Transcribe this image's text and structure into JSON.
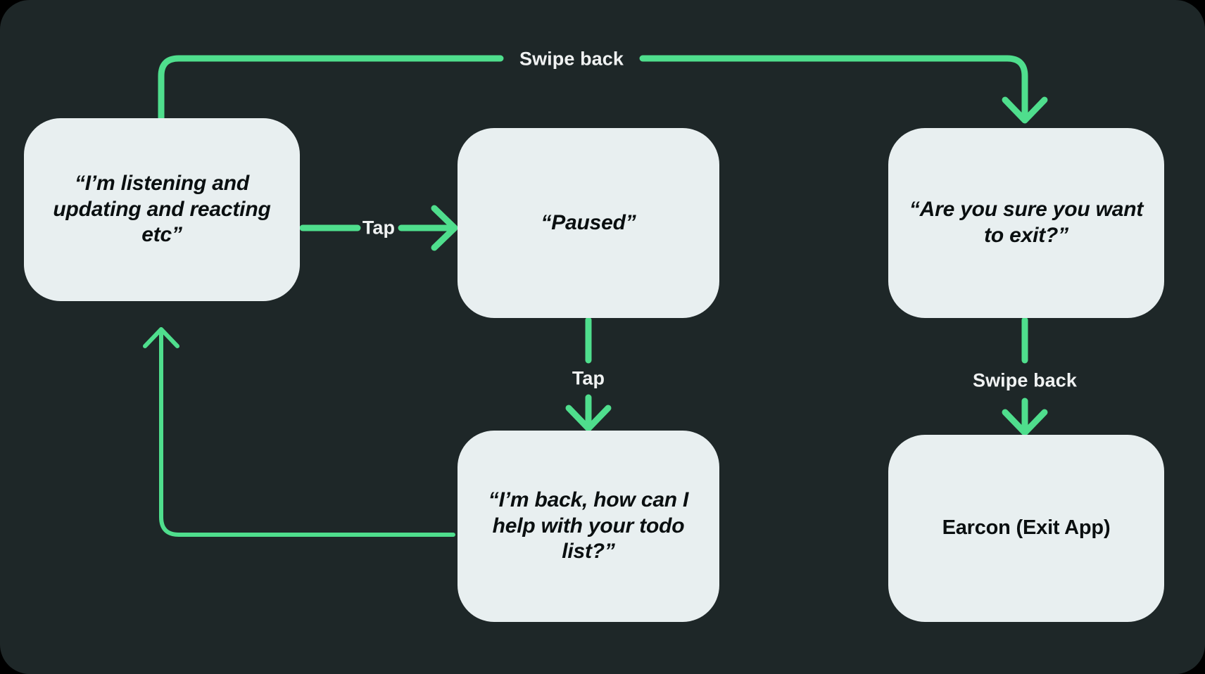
{
  "theme": {
    "panel_bg": "#1e2728",
    "page_bg": "#000000",
    "node_fill": "#e8eff0",
    "node_text": "#0a0f10",
    "edge_color": "#4FDE8D",
    "edge_label_color": "#f0f2f2"
  },
  "diagram": {
    "type": "flow",
    "nodes": [
      {
        "id": "listening",
        "name": "node-listening",
        "label": "“I’m listening and updating and reacting etc”",
        "style": "italic"
      },
      {
        "id": "paused",
        "name": "node-paused",
        "label": "“Paused”",
        "style": "italic"
      },
      {
        "id": "confirm-exit",
        "name": "node-confirm-exit",
        "label": "“Are you sure you want to exit?”",
        "style": "italic"
      },
      {
        "id": "im-back",
        "name": "node-im-back",
        "label": "“I’m back, how can I help with your todo list?”",
        "style": "italic"
      },
      {
        "id": "earcon",
        "name": "node-earcon",
        "label": "Earcon (Exit App)",
        "style": "plain"
      }
    ],
    "edges": [
      {
        "id": "e1",
        "name": "edge-listening-to-paused",
        "label": "Tap",
        "from": "listening",
        "to": "paused"
      },
      {
        "id": "e2",
        "name": "edge-listening-to-confirm",
        "label": "Swipe back",
        "from": "listening",
        "to": "confirm-exit"
      },
      {
        "id": "e3",
        "name": "edge-paused-to-imback",
        "label": "Tap",
        "from": "paused",
        "to": "im-back"
      },
      {
        "id": "e4",
        "name": "edge-confirm-to-earcon",
        "label": "Swipe back",
        "from": "confirm-exit",
        "to": "earcon"
      },
      {
        "id": "e5",
        "name": "edge-imback-to-listening",
        "label": "",
        "from": "im-back",
        "to": "listening"
      }
    ]
  }
}
